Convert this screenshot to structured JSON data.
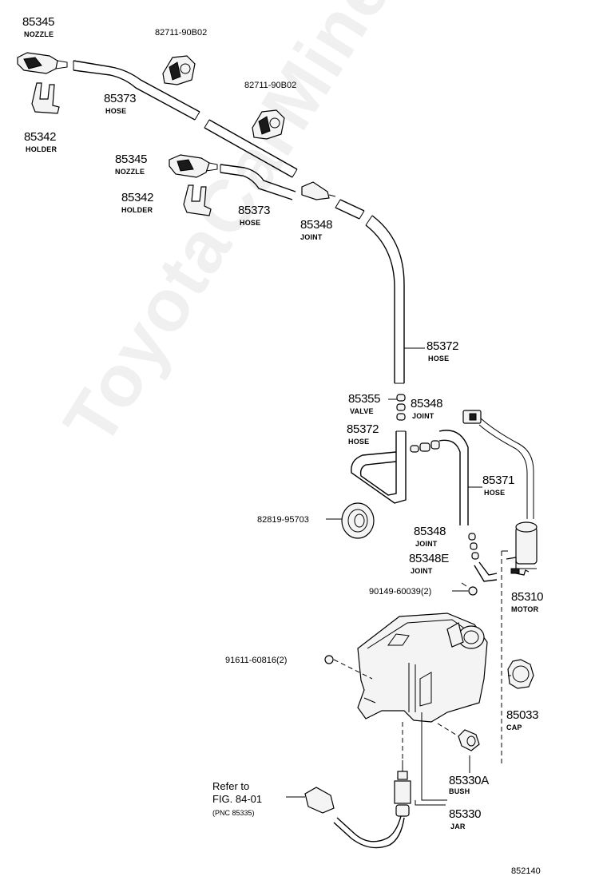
{
  "watermark": "ToyotaCarMine.ru",
  "figure_code": "852140",
  "reference": {
    "line1": "Refer to",
    "line2": "FIG. 84-01",
    "line3": "(PNC 85335)"
  },
  "parts": [
    {
      "id": "nozzle-top",
      "number": "85345",
      "name": "NOZZLE"
    },
    {
      "id": "holder-top",
      "number": "85342",
      "name": "HOLDER"
    },
    {
      "id": "clamp-1",
      "number": "82711-90B02",
      "name": ""
    },
    {
      "id": "clamp-2",
      "number": "82711-90B02",
      "name": ""
    },
    {
      "id": "hose-top",
      "number": "85373",
      "name": "HOSE"
    },
    {
      "id": "nozzle-mid",
      "number": "85345",
      "name": "NOZZLE"
    },
    {
      "id": "holder-mid",
      "number": "85342",
      "name": "HOLDER"
    },
    {
      "id": "hose-mid",
      "number": "85373",
      "name": "HOSE"
    },
    {
      "id": "joint-upper",
      "number": "85348",
      "name": "JOINT"
    },
    {
      "id": "hose-long",
      "number": "85372",
      "name": "HOSE"
    },
    {
      "id": "valve",
      "number": "85355",
      "name": "VALVE"
    },
    {
      "id": "joint-mid",
      "number": "85348",
      "name": "JOINT"
    },
    {
      "id": "hose-short",
      "number": "85372",
      "name": "HOSE"
    },
    {
      "id": "hose-motor",
      "number": "85371",
      "name": "HOSE"
    },
    {
      "id": "grommet",
      "number": "82819-95703",
      "name": ""
    },
    {
      "id": "joint-lower",
      "number": "85348",
      "name": "JOINT"
    },
    {
      "id": "joint-e",
      "number": "85348E",
      "name": "JOINT"
    },
    {
      "id": "screw",
      "number": "90149-60039(2)",
      "name": ""
    },
    {
      "id": "motor",
      "number": "85310",
      "name": "MOTOR"
    },
    {
      "id": "nut",
      "number": "91611-60816(2)",
      "name": ""
    },
    {
      "id": "cap",
      "number": "85033",
      "name": "CAP"
    },
    {
      "id": "bush",
      "number": "85330A",
      "name": "BUSH"
    },
    {
      "id": "jar",
      "number": "85330",
      "name": "JAR"
    }
  ]
}
